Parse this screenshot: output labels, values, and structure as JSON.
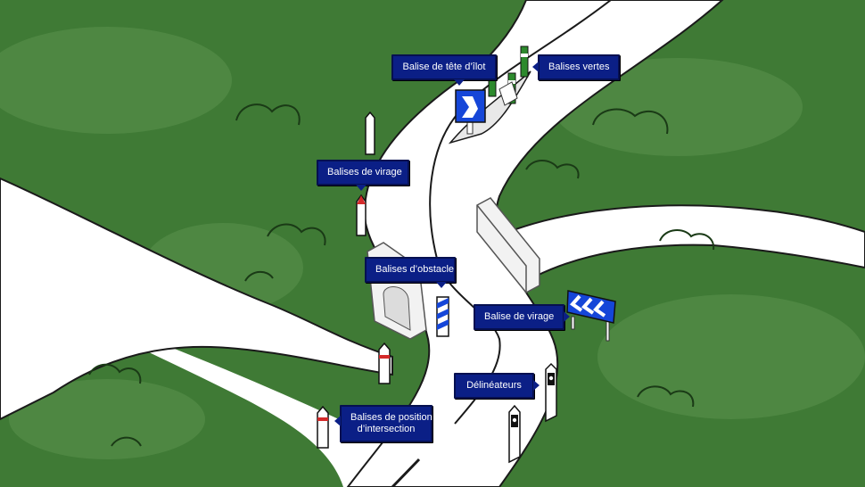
{
  "labels": {
    "tete_ilot": "Balise de tête d’îlot",
    "vertes": "Balises vertes",
    "virage_multi": "Balises de virage",
    "obstacle": "Balises d’obstacle",
    "virage_single": "Balise de virage",
    "delineateurs": "Délinéateurs",
    "intersection_line1": "Balises de position",
    "intersection_line2": "d’intersection"
  },
  "colors": {
    "grass": "#3f7a35",
    "grass_light": "#5b9150",
    "road": "#ffffff",
    "callout_bg": "#0b1f86",
    "sign_blue": "#1546d8",
    "marker_red": "#d42a2a",
    "marker_green": "#2d8a2d"
  }
}
